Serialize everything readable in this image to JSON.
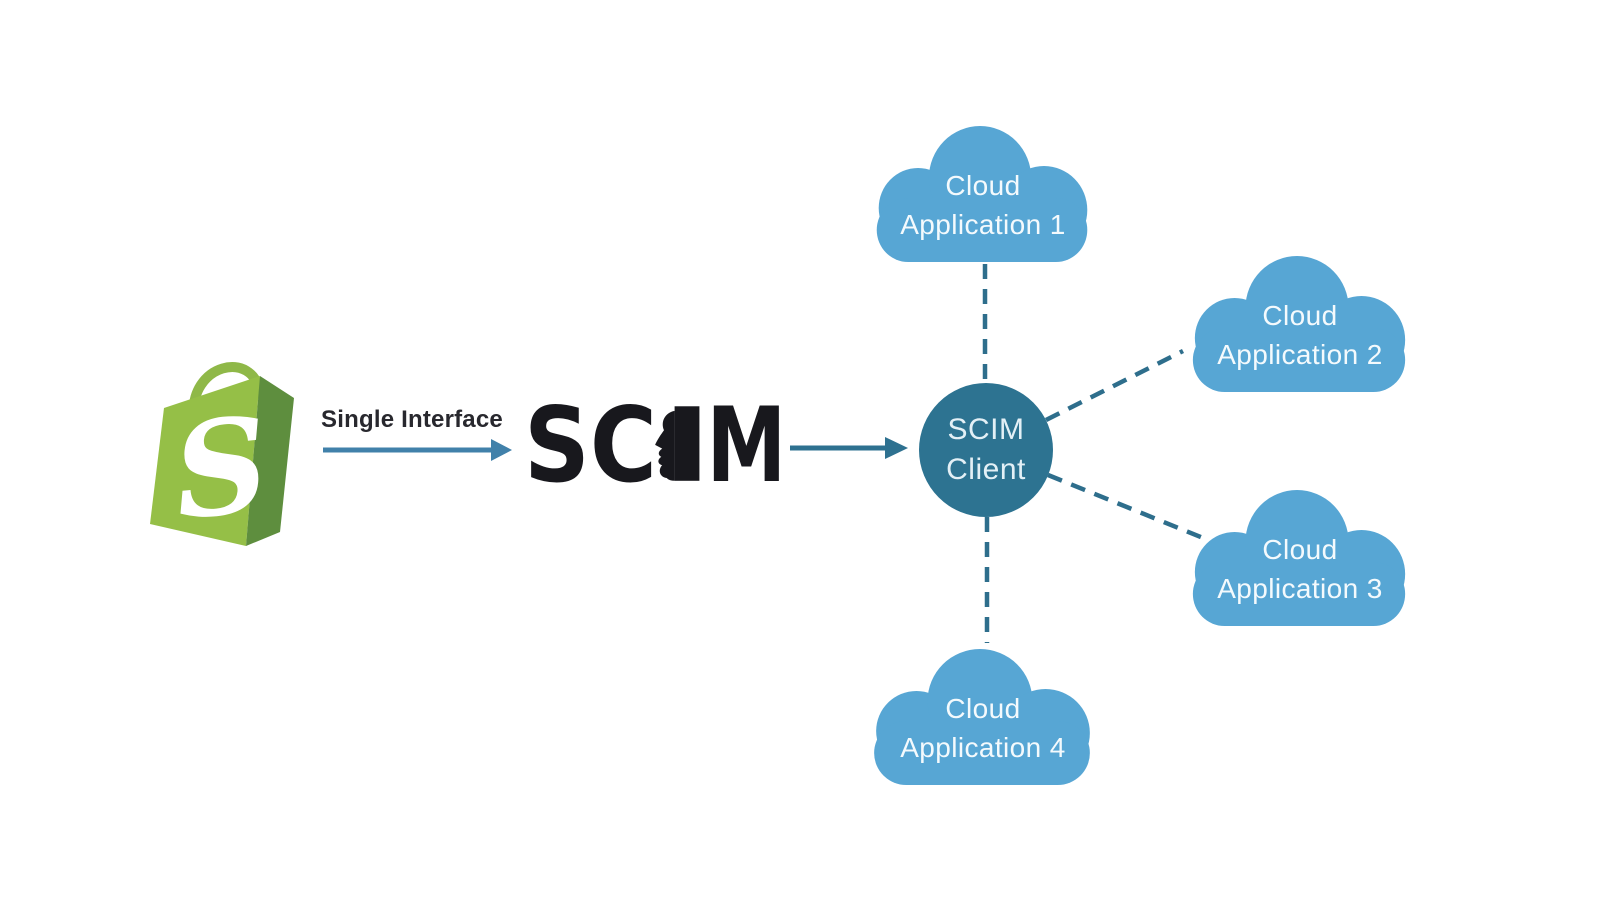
{
  "diagram": {
    "colors": {
      "background": "#ffffff",
      "cloud_fill": "#57a6d4",
      "cloud_text": "#f4fafd",
      "client_fill": "#2d7391",
      "client_text": "#e3f0f6",
      "dash": "#2e6e8c",
      "arrow_single_interface": "#4181aa",
      "arrow_scim_client": "#2e7190",
      "scim_logo": "#18181d",
      "label_text": "#28282e",
      "shopify_green_light": "#95bf47",
      "shopify_green_dark": "#5e8e3e",
      "shopify_handle": "#8fb848",
      "shopify_letter": "#ffffff"
    },
    "shopify": {
      "icon": "shopify-bag-icon",
      "letter": "S"
    },
    "flow": {
      "single_interface_label": "Single Interface"
    },
    "scim_logo": {
      "sc": "SC",
      "m": "M"
    },
    "scim_client": {
      "line1": "SCIM",
      "line2": "Client"
    },
    "clouds": [
      {
        "line1": "Cloud",
        "line2": "Application 1"
      },
      {
        "line1": "Cloud",
        "line2": "Application 2"
      },
      {
        "line1": "Cloud",
        "line2": "Application 3"
      },
      {
        "line1": "Cloud",
        "line2": "Application 4"
      }
    ]
  }
}
